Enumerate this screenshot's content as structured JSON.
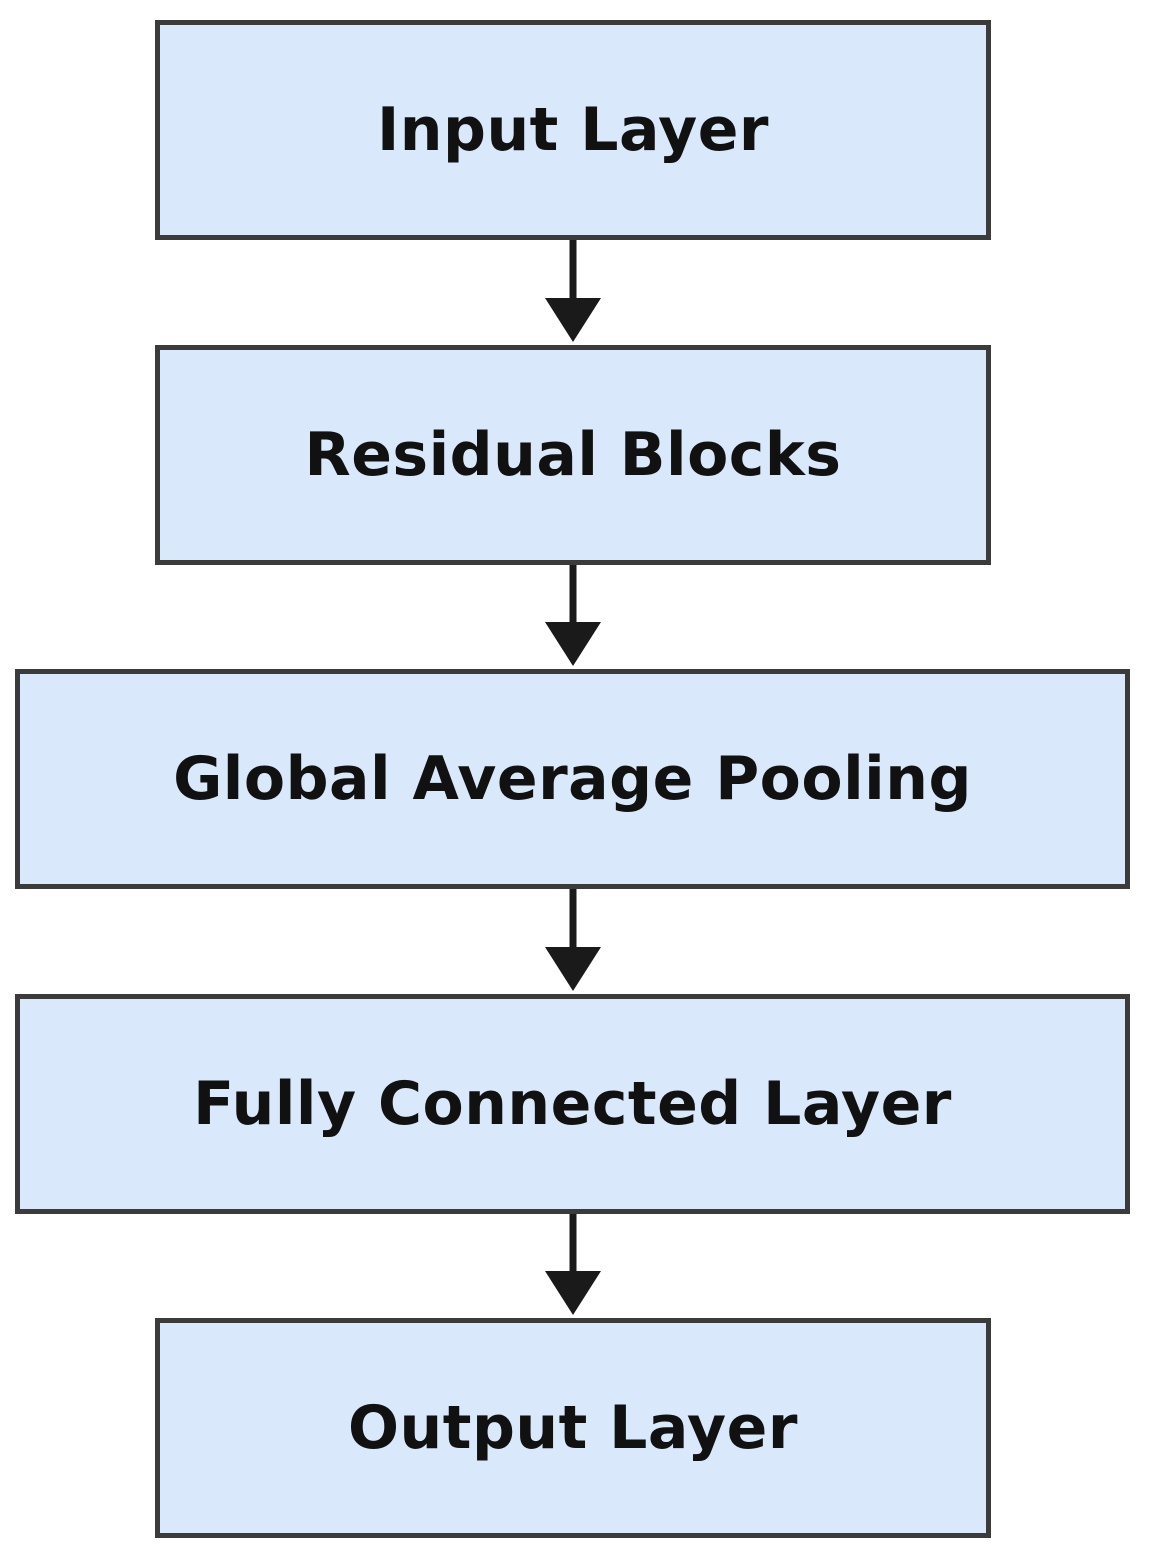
{
  "diagram": {
    "node_fill": "#dae8fc",
    "border_color": "#3b3b3b",
    "arrow_color": "#1a1a1a",
    "nodes": [
      {
        "id": "input",
        "label": "Input Layer"
      },
      {
        "id": "residual",
        "label": "Residual Blocks"
      },
      {
        "id": "gap",
        "label": "Global Average Pooling"
      },
      {
        "id": "fc",
        "label": "Fully Connected Layer"
      },
      {
        "id": "output",
        "label": "Output Layer"
      }
    ],
    "edges": [
      {
        "from": "input",
        "to": "residual"
      },
      {
        "from": "residual",
        "to": "gap"
      },
      {
        "from": "gap",
        "to": "fc"
      },
      {
        "from": "fc",
        "to": "output"
      }
    ]
  }
}
